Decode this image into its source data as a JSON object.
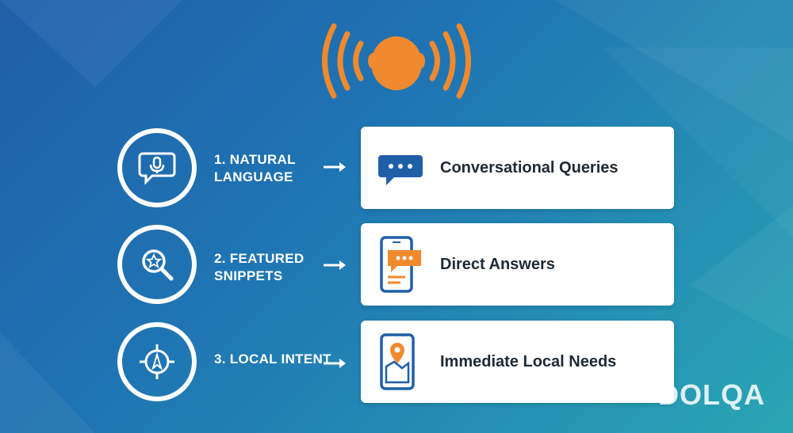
{
  "rows": [
    {
      "label": "1. NATURAL\nLANGUAGE",
      "card_title": "Conversational Queries",
      "left_icon": "microphone-speech-bubble-icon",
      "card_icon": "chat-bubble-icon"
    },
    {
      "label": "2. FEATURED\nSNIPPETS",
      "card_title": "Direct Answers",
      "left_icon": "magnifier-star-icon",
      "card_icon": "phone-answer-icon"
    },
    {
      "label": "3. LOCAL INTENT",
      "card_title": "Immediate Local Needs",
      "left_icon": "compass-target-icon",
      "card_icon": "phone-map-pin-icon"
    }
  ],
  "watermark": "DOLQA",
  "colors": {
    "accent_orange": "#f08a2e",
    "card_blue": "#1f5fa8",
    "white": "#ffffff"
  }
}
